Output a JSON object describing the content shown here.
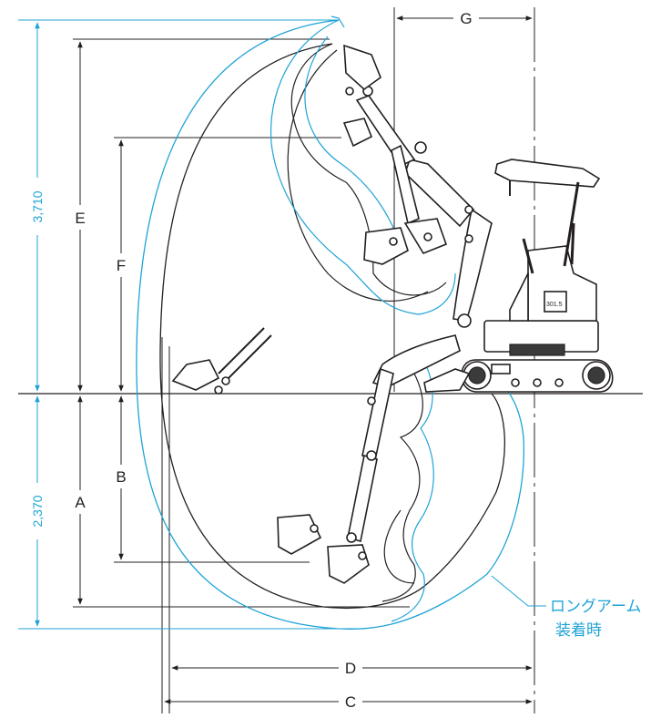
{
  "diagram": {
    "letters": {
      "A": "A",
      "B": "B",
      "C": "C",
      "D": "D",
      "E": "E",
      "F": "F",
      "G": "G"
    },
    "values": {
      "max_height": "3,710",
      "max_depth": "2,370"
    },
    "callout": {
      "line1": "ロングアーム",
      "line2": "装着時"
    },
    "colors": {
      "standard": "#231f20",
      "long_arm": "#1fa3d6"
    }
  }
}
